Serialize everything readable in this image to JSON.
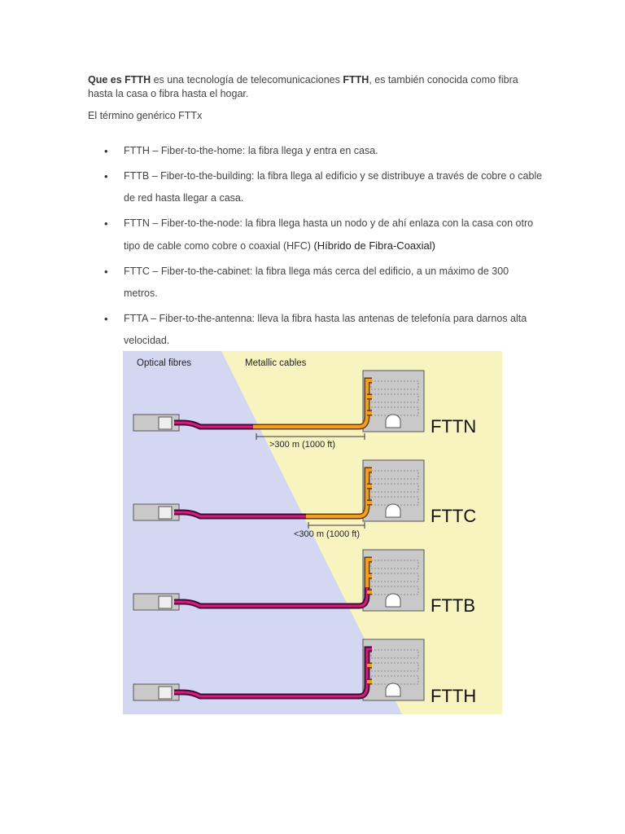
{
  "intro": {
    "bold_start": "Que es FTTH",
    "text_1": " es una tecnología de telecomunicaciones ",
    "bold_mid": "FTTH",
    "text_2": ", es también conocida como fibra hasta la casa o fibra hasta el hogar."
  },
  "generic_term": "El término genérico FTTx",
  "definitions": [
    {
      "text": "FTTH – Fiber-to-the-home: la fibra llega y entra en casa."
    },
    {
      "text": "FTTB – Fiber-to-the-building: la fibra llega al edificio y se distribuye a través de cobre o cable de red hasta llegar a casa."
    },
    {
      "text": "FTTN – Fiber-to-the-node: la fibra llega hasta un nodo y de ahí enlaza con la casa con otro tipo de cable como cobre o coaxial (HFC) ",
      "extra": "(Híbrido de Fibra-Coaxial)"
    },
    {
      "text": "FTTC – Fiber-to-the-cabinet: la fibra llega más cerca del edificio, a un máximo de 300 metros."
    },
    {
      "text": "FTTA – Fiber-to-the-antenna: lleva la fibra hasta las antenas de telefonía para darnos alta velocidad."
    }
  ],
  "diagram": {
    "optical_label": "Optical fibres",
    "metallic_label": "Metallic cables",
    "rows": [
      {
        "name": "FTTN",
        "distance": ">300 m (1000 ft)"
      },
      {
        "name": "FTTC",
        "distance": "<300 m (1000 ft)"
      },
      {
        "name": "FTTB",
        "distance": ""
      },
      {
        "name": "FTTH",
        "distance": ""
      }
    ],
    "colors": {
      "fibre": "#8a1c7c",
      "fibre_inner": "#e0187a",
      "copper": "#f0a020",
      "optical_bg": "#d3d7f2",
      "metallic_bg": "#f8f4c0"
    }
  }
}
